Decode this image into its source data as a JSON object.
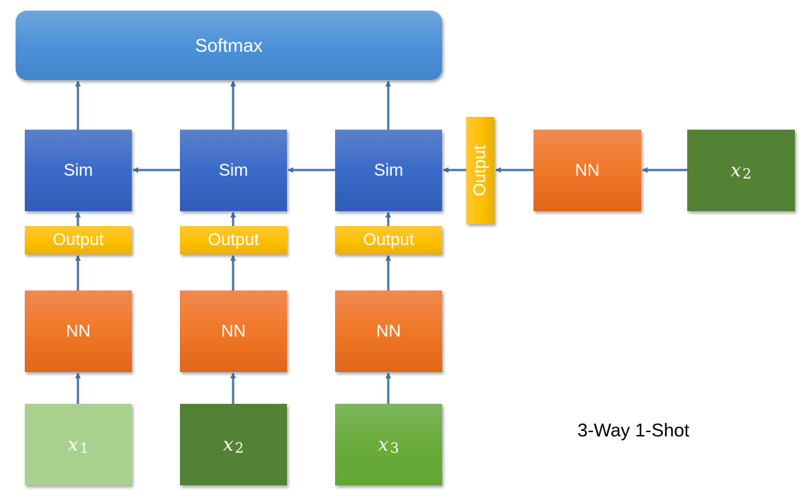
{
  "diagram": {
    "title": "3-Way 1-Shot",
    "softmax": {
      "label": "Softmax"
    },
    "columns": [
      {
        "sim": "Sim",
        "output": "Output",
        "nn": "NN",
        "input_var": "x",
        "input_sub": "1",
        "input_color": "#a9d18e"
      },
      {
        "sim": "Sim",
        "output": "Output",
        "nn": "NN",
        "input_var": "x",
        "input_sub": "2",
        "input_color": "#548235"
      },
      {
        "sim": "Sim",
        "output": "Output",
        "nn": "NN",
        "input_var": "x",
        "input_sub": "3",
        "input_color": "#6aab3c"
      }
    ],
    "query": {
      "output": "Output",
      "nn": "NN",
      "input_var": "x",
      "input_sub": "2",
      "input_color": "#548235"
    },
    "colors": {
      "softmax": "#4a90d9",
      "sim": "#3b6ac8",
      "output": "#ffc000",
      "nn": "#f07828",
      "arrow": "#41719c"
    },
    "edges": [
      {
        "from": "input-1",
        "to": "nn-1"
      },
      {
        "from": "nn-1",
        "to": "output-1"
      },
      {
        "from": "output-1",
        "to": "sim-1"
      },
      {
        "from": "sim-1",
        "to": "softmax"
      },
      {
        "from": "input-2",
        "to": "nn-2"
      },
      {
        "from": "nn-2",
        "to": "output-2"
      },
      {
        "from": "output-2",
        "to": "sim-2"
      },
      {
        "from": "sim-2",
        "to": "softmax"
      },
      {
        "from": "input-3",
        "to": "nn-3"
      },
      {
        "from": "nn-3",
        "to": "output-3"
      },
      {
        "from": "output-3",
        "to": "sim-3"
      },
      {
        "from": "sim-3",
        "to": "softmax"
      },
      {
        "from": "query-input",
        "to": "query-nn"
      },
      {
        "from": "query-nn",
        "to": "query-output"
      },
      {
        "from": "query-output",
        "to": "sim-3"
      },
      {
        "from": "sim-3",
        "to": "sim-2"
      },
      {
        "from": "sim-2",
        "to": "sim-1"
      }
    ]
  }
}
